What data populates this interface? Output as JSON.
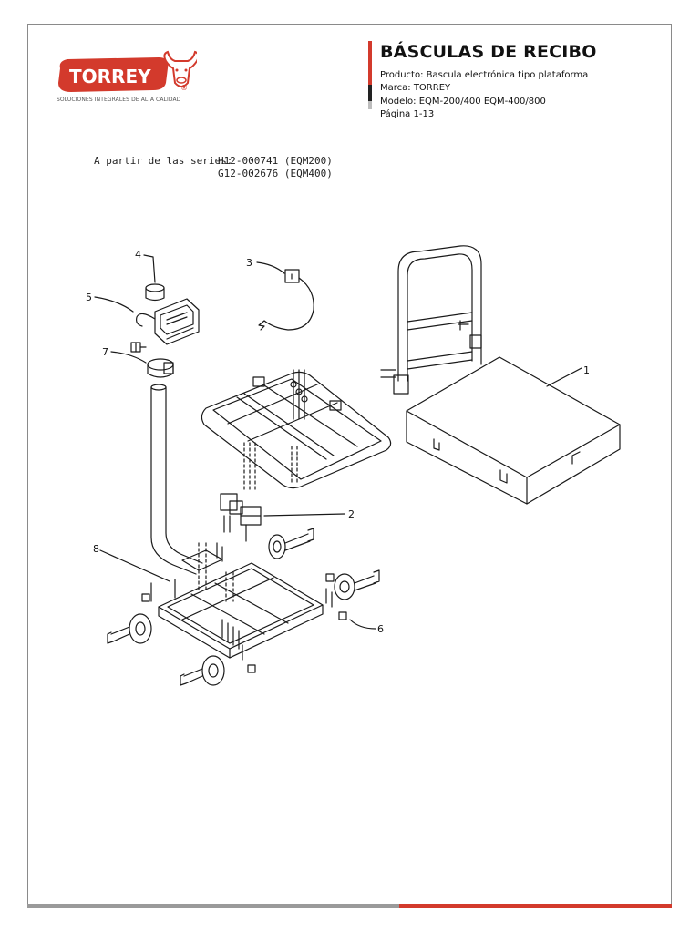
{
  "brand": {
    "name": "TORREY",
    "tagline": "SOLUCIONES INTEGRALES DE ALTA CALIDAD",
    "registered": "®",
    "colors": {
      "primary": "#d33a2c",
      "dark": "#222222"
    }
  },
  "header": {
    "title": "BÁSCULAS DE RECIBO",
    "producto": "Producto: Bascula electrónica tipo plataforma",
    "marca": "Marca: TORREY",
    "modelo": "Modelo: EQM-200/400 EQM-400/800",
    "pagina": "Página 1-13"
  },
  "series": {
    "intro": "A partir de las series:",
    "line1": "H12-000741 (EQM200)",
    "line2": "G12-002676 (EQM400)"
  },
  "diagram": {
    "callouts": [
      "1",
      "2",
      "3",
      "4",
      "5",
      "6",
      "7",
      "8"
    ]
  }
}
